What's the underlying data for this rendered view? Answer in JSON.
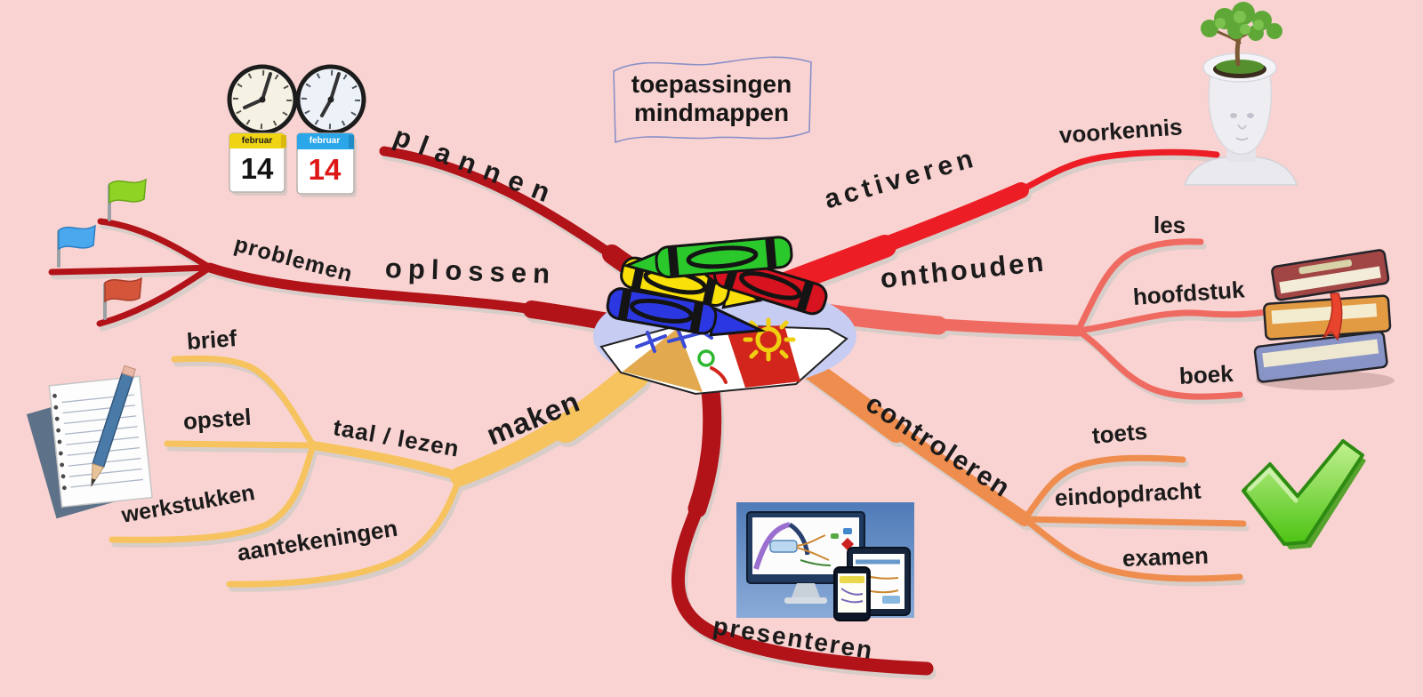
{
  "title": {
    "line1": "toepassingen",
    "line2": "mindmappen"
  },
  "nodes": {
    "plannen": "plannen",
    "oplossen": "oplossen",
    "problemen": "problemen",
    "maken": "maken",
    "taal_lezen": "taal / lezen",
    "brief": "brief",
    "opstel": "opstel",
    "werkstukken": "werkstukken",
    "aantekeningen": "aantekeningen",
    "activeren": "activeren",
    "voorkennis": "voorkennis",
    "onthouden": "onthouden",
    "les": "les",
    "hoofdstuk": "hoofdstuk",
    "boek": "boek",
    "controleren": "controleren",
    "toets": "toets",
    "eindopdracht": "eindopdracht",
    "examen": "examen",
    "presenteren": "presenteren"
  },
  "calendars": [
    {
      "month": "februar",
      "day": "14"
    },
    {
      "month": "februar",
      "day": "14"
    }
  ],
  "colors": {
    "background": "#f9d3d1",
    "branch_dark_red": "#b11319",
    "branch_bright_red": "#ec1d24",
    "branch_salmon": "#ef6a61",
    "branch_orange": "#ef8d4e",
    "branch_yellow": "#f6c35f",
    "title_border": "#8a90c9",
    "center_ellipse": "#c7ccf2"
  }
}
